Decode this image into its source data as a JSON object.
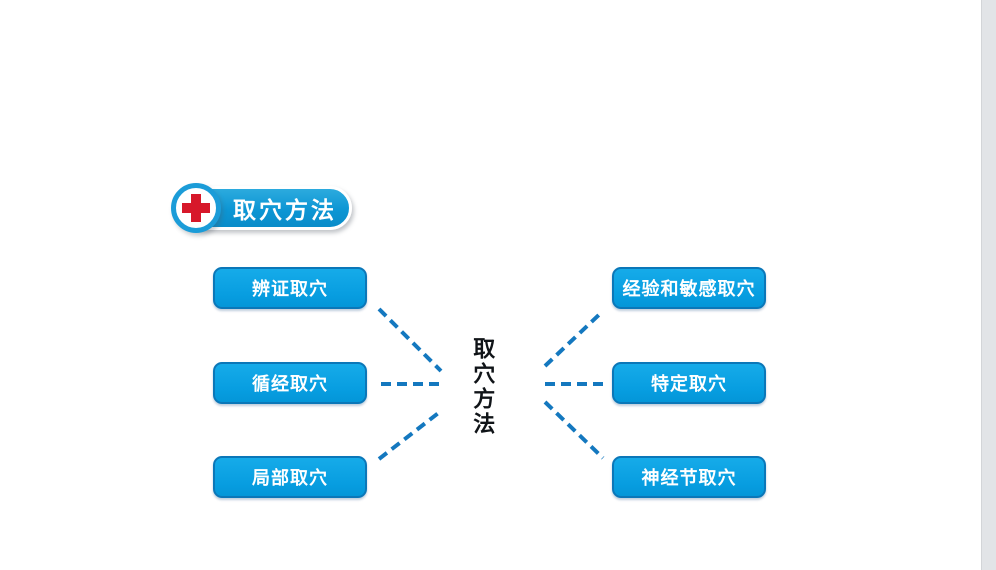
{
  "page": {
    "background_color": "#ffffff",
    "edge_strip_color": "#e2e4e7"
  },
  "header_badge": {
    "label": "取穴方法",
    "icon": "medical-cross-icon",
    "pill_color": "#0d96d4",
    "circle_ring_color": "#1b9cd8",
    "cross_color": "#d7182a"
  },
  "center_label": {
    "text": "取穴方法"
  },
  "diagram": {
    "left_nodes": [
      {
        "label": "辨证取穴"
      },
      {
        "label": "循经取穴"
      },
      {
        "label": "局部取穴"
      }
    ],
    "right_nodes": [
      {
        "label": "经验和敏感取穴"
      },
      {
        "label": "特定取穴"
      },
      {
        "label": "神经节取穴"
      }
    ],
    "node_fill_color": "#079de0",
    "node_border_color": "#0b77b8",
    "node_text_color": "#ffffff",
    "connector_color": "#1478bf",
    "connector_style": "dashed"
  }
}
